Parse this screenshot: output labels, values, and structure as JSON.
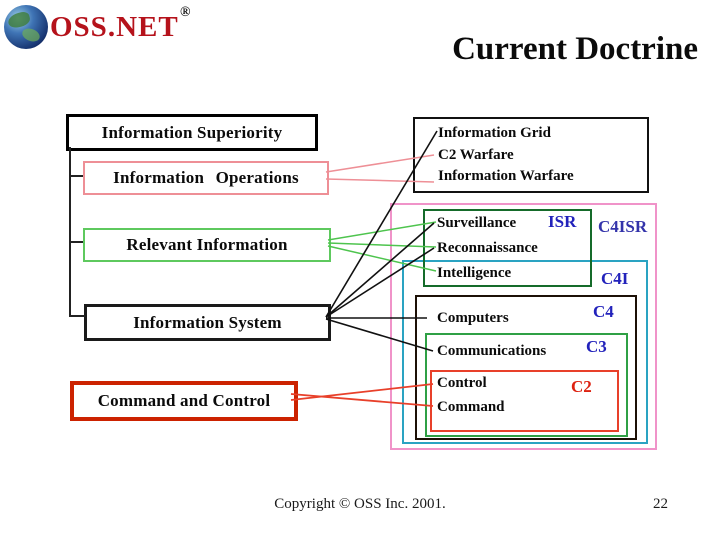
{
  "logo": {
    "text": "OSS.NET",
    "reg": "®"
  },
  "title": "Current Doctrine",
  "left_tree": {
    "nodes": [
      {
        "label": "Information Superiority"
      },
      {
        "label": "Information Operations"
      },
      {
        "label": "Relevant Information"
      },
      {
        "label": "Information System"
      },
      {
        "label": "Command and Control"
      }
    ]
  },
  "grid_box": {
    "items": [
      "Information Grid",
      "C2 Warfare",
      "Information Warfare"
    ]
  },
  "nested": {
    "isr_label": "ISR",
    "c4isr_label": "C4ISR",
    "c4i_label": "C4I",
    "c4_label": "C4",
    "c3_label": "C3",
    "c2_label": "C2",
    "isr_items": [
      "Surveillance",
      "Reconnaissance",
      "Intelligence"
    ],
    "c4_item": "Computers",
    "c3_item": "Communications",
    "c2_items": [
      "Control",
      "Command"
    ]
  },
  "footer": {
    "copyright": "Copyright © OSS Inc. 2001.",
    "page_number": "22"
  },
  "colors": {
    "brand-red": "#b5121b",
    "salmon": "#ee8f96",
    "green-light": "#5ec95e",
    "line-green": "#4ec44e",
    "green-mid": "#2fa045",
    "green-dark": "#156b2a",
    "cyan": "#2aa3c2",
    "magenta": "#f093c9",
    "red": "#e8402a",
    "cc-red": "#cc2200",
    "blue-label": "#2222bb",
    "c4isr-blue": "#3333aa",
    "c2-red": "#dd2211"
  }
}
